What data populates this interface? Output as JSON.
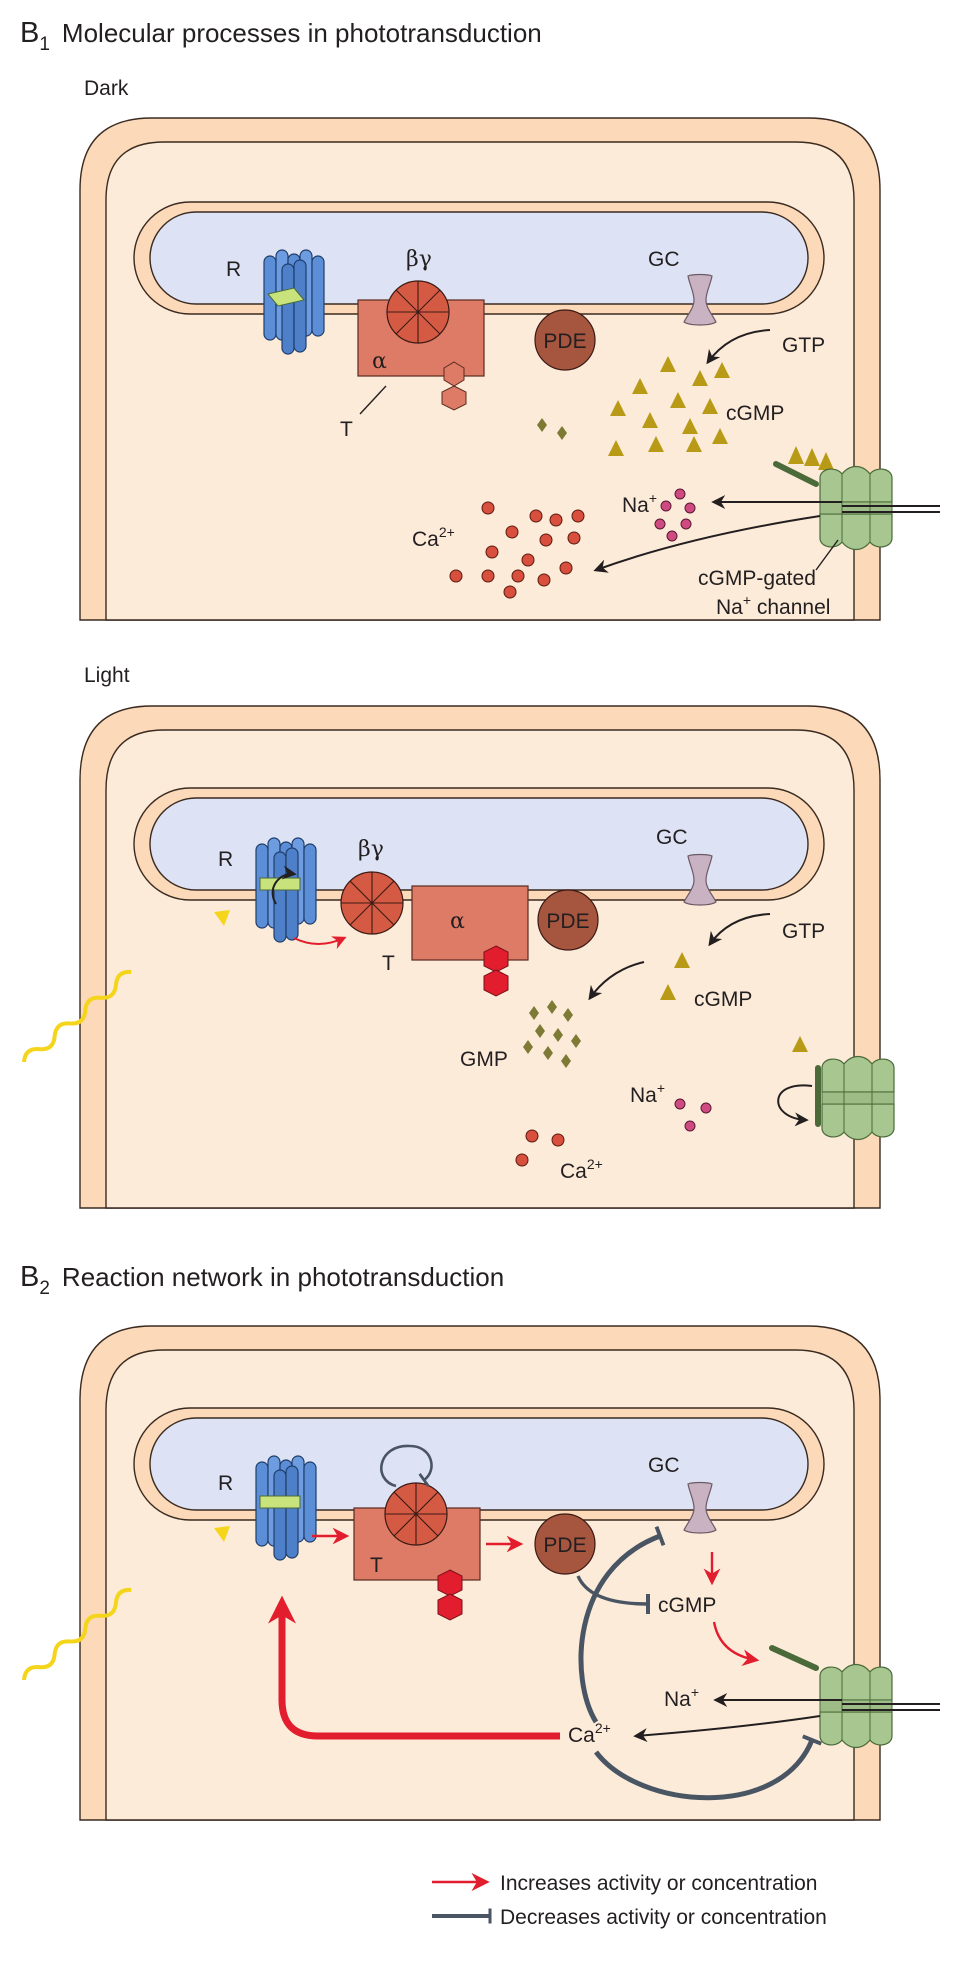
{
  "colors": {
    "cell_outer": "#fbd9b9",
    "cell_inner": "#fdebd9",
    "disk": "#dde3f4",
    "rhodopsin": "#5b8ed6",
    "chromophore": "#c8e37c",
    "transducin_beta_gamma": "#d55a43",
    "transducin_alpha": "#dd7b66",
    "pde": "#a6553f",
    "gc": "#c9b2c2",
    "cgmp": "#b89a16",
    "gmp": "#7c7a34",
    "calcium": "#d8503d",
    "sodium": "#d04a82",
    "channel": "#a7c690",
    "light": "#f4d51b",
    "increase_arrow": "#e21d2e",
    "decrease_arrow": "#4a5563"
  },
  "b1": {
    "title_letter": "B",
    "title_sub": "1",
    "title_text": "Molecular processes in phototransduction",
    "dark": {
      "section_label": "Dark",
      "label_r": "R",
      "label_bg": "βγ",
      "label_alpha": "α",
      "label_t": "T",
      "label_pde": "PDE",
      "label_gc": "GC",
      "label_gtp": "GTP",
      "label_cgmp": "cGMP",
      "label_na": "Na",
      "label_na_sup": "+",
      "label_ca": "Ca",
      "label_ca_sup": "2+",
      "channel_line1": "cGMP-gated",
      "channel_line2": "Na",
      "channel_line2_sup": "+",
      "channel_line2_end": " channel"
    },
    "light": {
      "section_label": "Light",
      "label_r": "R",
      "label_bg": "βγ",
      "label_alpha": "α",
      "label_t": "T",
      "label_pde": "PDE",
      "label_gc": "GC",
      "label_gtp": "GTP",
      "label_cgmp": "cGMP",
      "label_gmp": "GMP",
      "label_na": "Na",
      "label_na_sup": "+",
      "label_ca": "Ca",
      "label_ca_sup": "2+"
    }
  },
  "b2": {
    "title_letter": "B",
    "title_sub": "2",
    "title_text": "Reaction network in phototransduction",
    "label_r": "R",
    "label_t": "T",
    "label_pde": "PDE",
    "label_gc": "GC",
    "label_cgmp": "cGMP",
    "label_na": "Na",
    "label_na_sup": "+",
    "label_ca": "Ca",
    "label_ca_sup": "2+"
  },
  "legend": {
    "increase": "Increases activity or concentration",
    "decrease": "Decreases activity or concentration"
  }
}
